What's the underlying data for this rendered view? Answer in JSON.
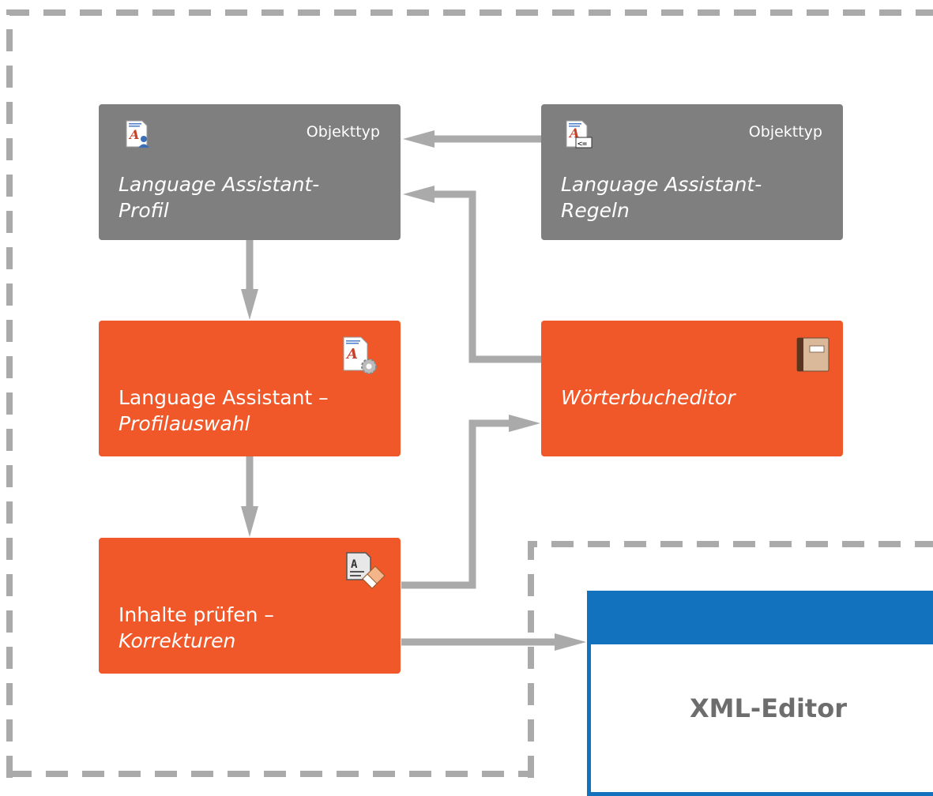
{
  "boxes": {
    "profile": {
      "tag": "Objekttyp",
      "italic_lines": [
        "Language Assistant-",
        "Profil"
      ],
      "icon": "document-user-icon"
    },
    "rules": {
      "tag": "Objekttyp",
      "italic_lines": [
        "Language Assistant-",
        "Regeln"
      ],
      "icon": "document-rules-icon"
    },
    "profile_selection": {
      "line1": "Language Assistant –",
      "line2_italic": "Profilauswahl",
      "icon": "document-gear-icon"
    },
    "dictionary": {
      "italic": "Wörterbucheditor",
      "icon": "book-icon"
    },
    "check_content": {
      "line1": "Inhalte prüfen –",
      "line2_italic": "Korrekturen",
      "icon": "document-eraser-icon"
    }
  },
  "xml_editor": {
    "title": "XML-Editor"
  },
  "colors": {
    "gray_box": "#7e7f7e",
    "orange_box": "#f0582a",
    "arrow": "#a9aaa9",
    "dash": "#a9aaa9",
    "xml_blue": "#1272bd"
  }
}
